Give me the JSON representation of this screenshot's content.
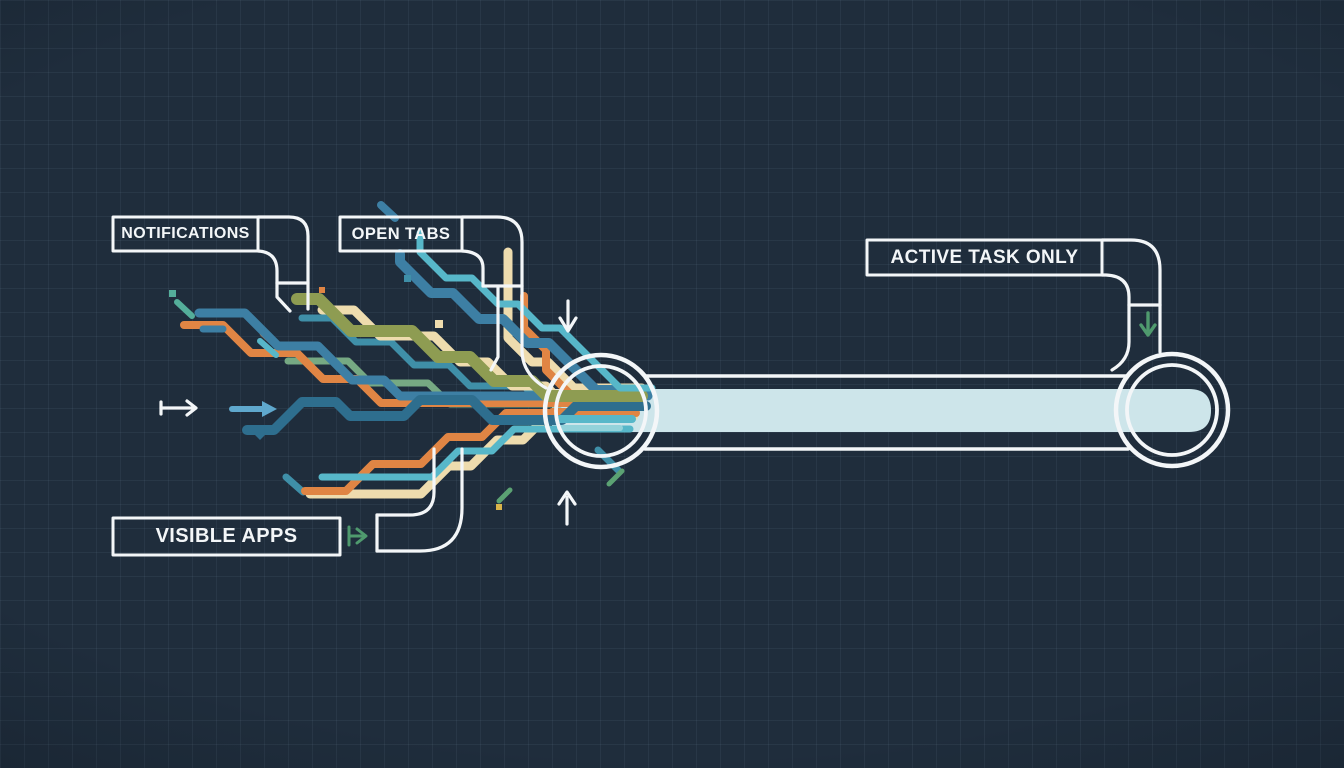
{
  "diagram": {
    "title_labels": {
      "notifications": "NOTIFICATIONS",
      "open_tabs": "OPEN TABS",
      "active_task": "ACTIVE TASK ONLY",
      "visible_apps": "VISIBLE APPS"
    },
    "icons": {
      "white_right_arrow": "↦",
      "blue_right_arrow": "→",
      "down_arrow": "↓",
      "up_arrow": "↑",
      "green_down_arrow": "↓",
      "green_right_arrow": "↦"
    },
    "colors": {
      "background": "#1f2d3c",
      "grid": "#3a4d61",
      "outline": "#f3f6f8",
      "pipe_fill": "#cde5ea",
      "steel_blue": "#3d7fa4",
      "deep_blue": "#2e6e8e",
      "teal": "#3f8fa8",
      "cyan": "#57b7c9",
      "pale_cyan": "#93d2da",
      "orange": "#e08544",
      "cream": "#eedcae",
      "olive": "#8e9c52",
      "sage": "#76a983",
      "green": "#5ba273",
      "mint": "#54ae9a",
      "gold": "#d9b44a",
      "arrow_blue": "#5fa8cd",
      "arrow_green": "#4f9a6e"
    }
  }
}
